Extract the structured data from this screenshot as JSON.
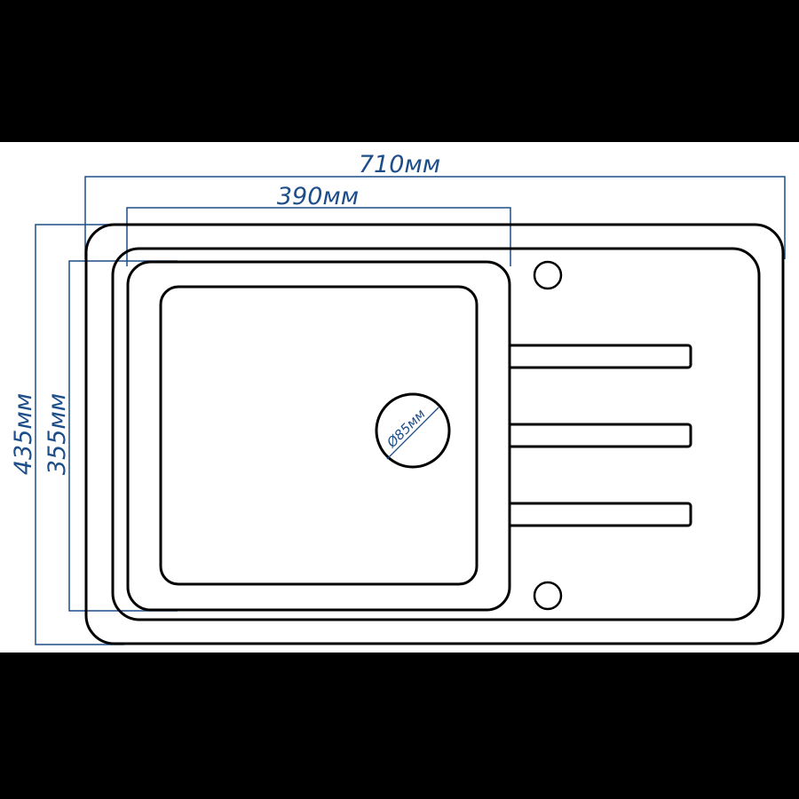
{
  "diagram": {
    "subject": "Kitchen sink with drainer — dimension drawing",
    "background_band": "#ffffff",
    "outer_background": "#000000",
    "dimension_color": "#1d4e89",
    "outline_color": "#000000"
  },
  "dimensions": {
    "overall_width": {
      "label": "710мм",
      "value_mm": 710
    },
    "bowl_width": {
      "label": "390мм",
      "value_mm": 390
    },
    "overall_depth": {
      "label": "435мм",
      "value_mm": 435
    },
    "bowl_depth": {
      "label": "355мм",
      "value_mm": 355
    },
    "drain_diameter": {
      "label": "Ø85мм",
      "value_mm": 85
    }
  },
  "features": {
    "bowl_count": 1,
    "drainer_ribs": 3,
    "tap_holes": 2
  }
}
